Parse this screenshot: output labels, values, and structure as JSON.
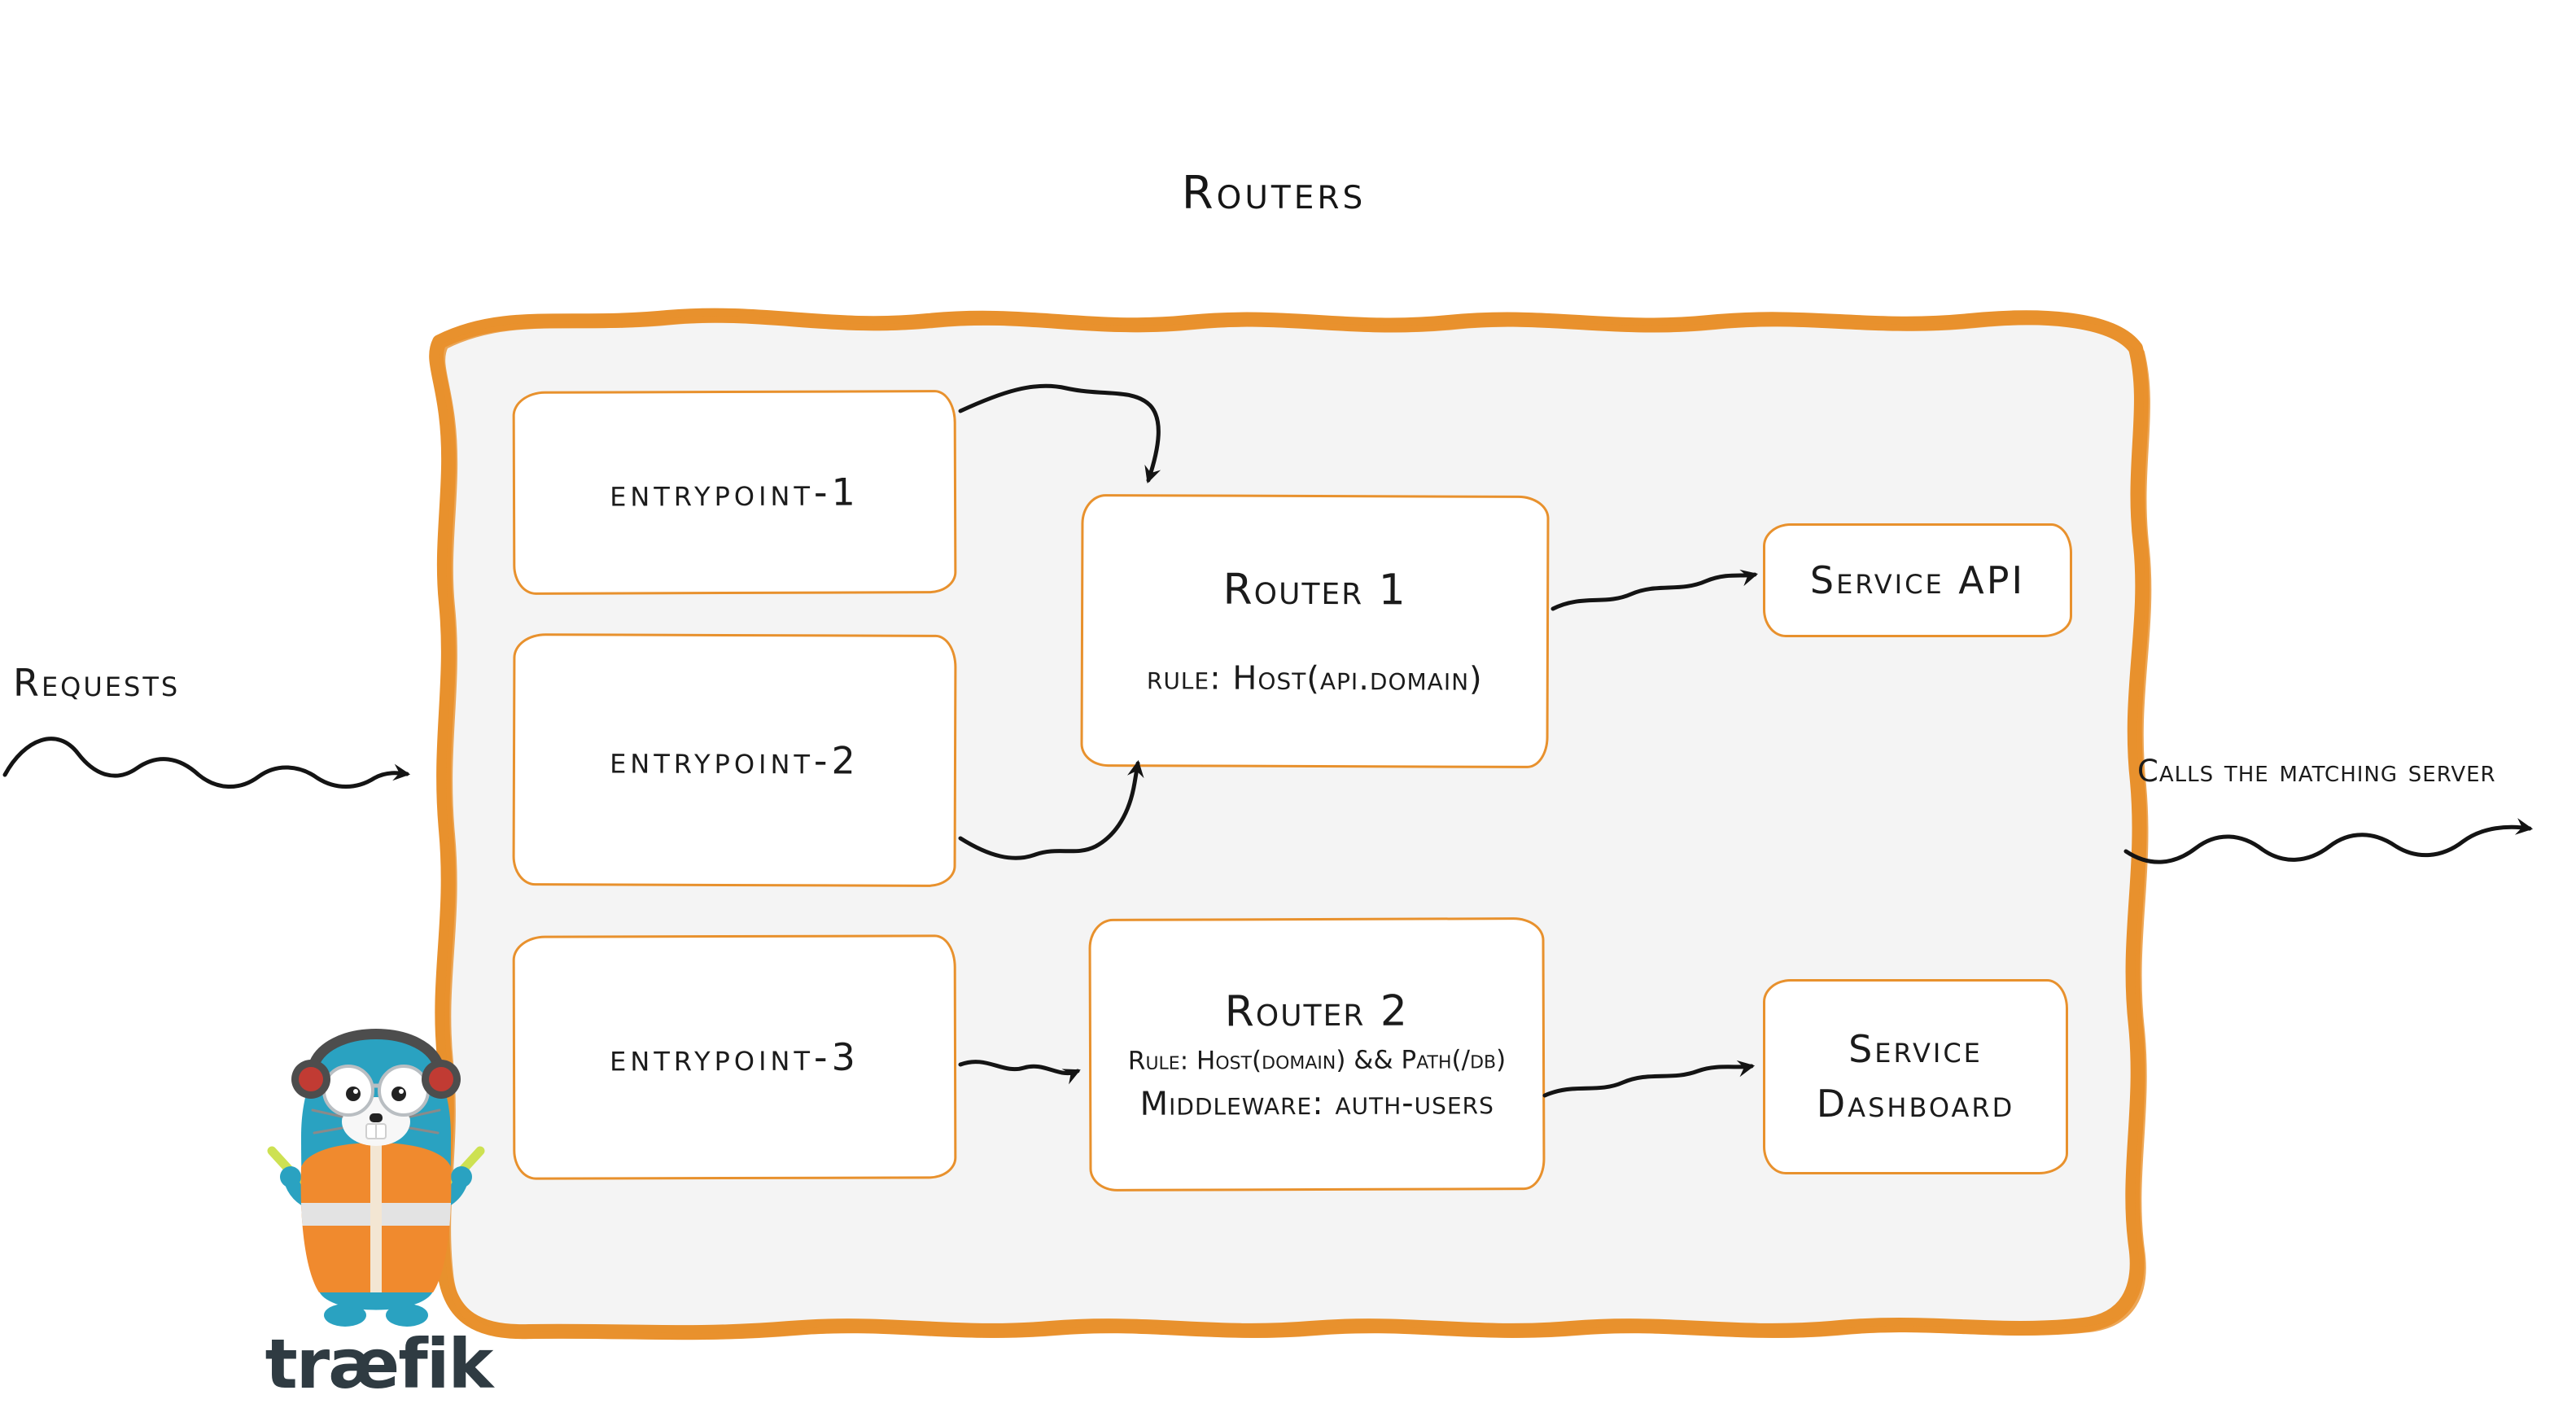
{
  "title": "Routers",
  "external": {
    "requests_label": "Requests",
    "calls_label": "Calls the matching server"
  },
  "entrypoints": [
    {
      "label": "entrypoint-1"
    },
    {
      "label": "entrypoint-2"
    },
    {
      "label": "entrypoint-3"
    }
  ],
  "routers": [
    {
      "name": "Router 1",
      "rule": "rule: Host(api.domain)"
    },
    {
      "name": "Router 2",
      "rule": "Rule: Host(domain) && Path(/db)",
      "middleware": "Middleware: auth-users"
    }
  ],
  "services": [
    {
      "label": "Service API"
    },
    {
      "label": "Service Dashboard"
    }
  ],
  "connections": [
    {
      "from": "entrypoint-1",
      "to": "Router 1"
    },
    {
      "from": "entrypoint-2",
      "to": "Router 1"
    },
    {
      "from": "entrypoint-3",
      "to": "Router 2"
    },
    {
      "from": "Router 1",
      "to": "Service API"
    },
    {
      "from": "Router 2",
      "to": "Service Dashboard"
    },
    {
      "from": "Requests",
      "to": "routers-container"
    },
    {
      "from": "routers-container",
      "to": "Calls the matching server"
    }
  ],
  "logo": {
    "wordmark": "træfik"
  },
  "colors": {
    "accent_orange": "#E8912D",
    "container_fill": "#F4F4F4",
    "box_fill": "#FFFFFF",
    "arrow_black": "#141414",
    "mascot_blue": "#2AA2C1",
    "vest_orange": "#F08A2E",
    "headphone_red": "#C13B33",
    "wordmark_color": "#2F3B42"
  }
}
